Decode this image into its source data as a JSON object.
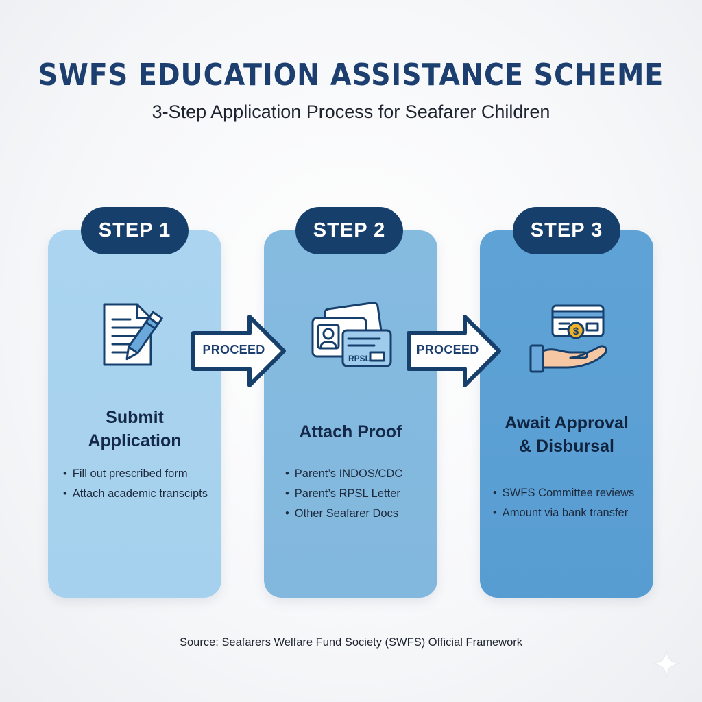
{
  "header": {
    "title": "SWFS EDUCATION ASSISTANCE SCHEME",
    "subtitle": "3-Step Application Process for Seafarer Children"
  },
  "steps": [
    {
      "badge": "STEP 1",
      "icon": "document-pen-icon",
      "title_line1": "Submit",
      "title_line2": "Application",
      "bullets": [
        "Fill out prescribed form",
        "Attach academic transcipts"
      ]
    },
    {
      "badge": "STEP 2",
      "icon": "id-cards-icon",
      "card_text": "RPSL",
      "title_line1": "Attach Proof",
      "bullets": [
        "Parent’s INDOS/CDC",
        "Parent’s RPSL Letter",
        "Other Seafarer Docs"
      ]
    },
    {
      "badge": "STEP 3",
      "icon": "hand-payment-icon",
      "coin_symbol": "$",
      "title_line1": "Await Approval",
      "title_line2": "& Disbursal",
      "bullets": [
        "SWFS Committee reviews",
        "Amount via bank transfer"
      ]
    }
  ],
  "connectors": [
    "PROCEED",
    "PROCEED"
  ],
  "footer": {
    "source": "Source: Seafarers Welfare Fund Society (SWFS) Official Framework"
  },
  "colors": {
    "navy": "#173f6c",
    "title_blue": "#1c3f70",
    "card1": "#a9d3ef",
    "card2": "#85bae0",
    "card3": "#5ca0d4",
    "coin": "#f1b428",
    "skin": "#f6c7a3"
  }
}
